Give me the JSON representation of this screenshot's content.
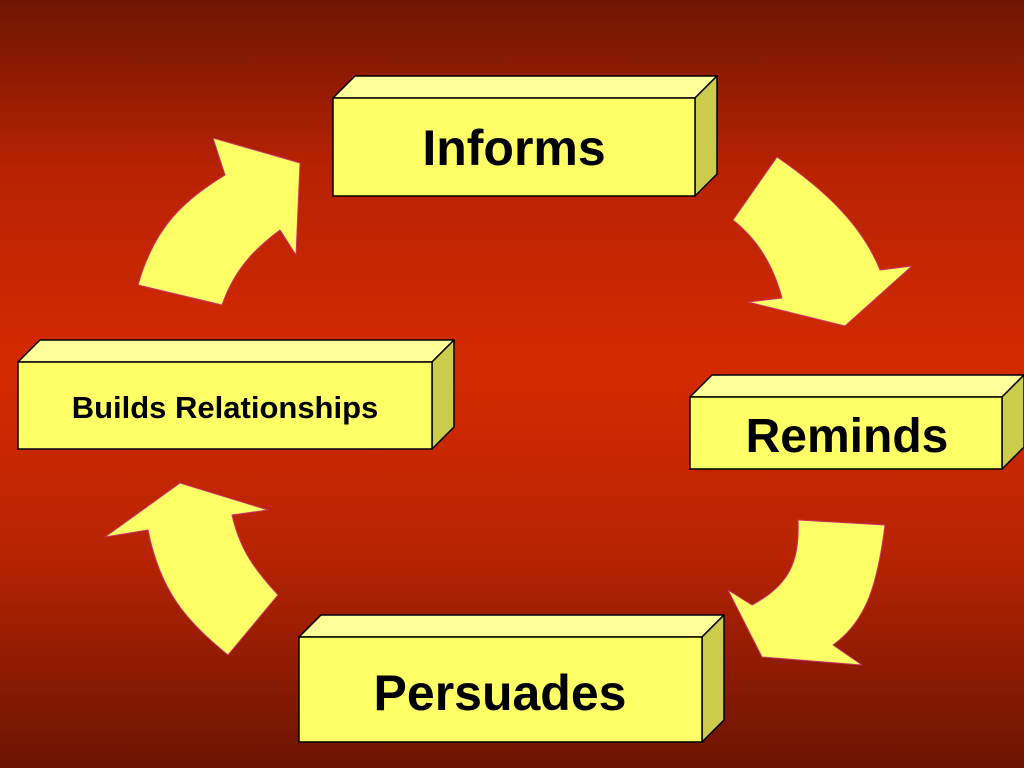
{
  "diagram": {
    "nodes": [
      {
        "id": "informs",
        "label": "Informs"
      },
      {
        "id": "reminds",
        "label": "Reminds"
      },
      {
        "id": "persuades",
        "label": "Persuades"
      },
      {
        "id": "builds",
        "label": "Builds Relationships"
      }
    ],
    "edges": [
      {
        "from": "informs",
        "to": "reminds"
      },
      {
        "from": "reminds",
        "to": "persuades"
      },
      {
        "from": "persuades",
        "to": "builds"
      },
      {
        "from": "builds",
        "to": "informs"
      }
    ],
    "colors": {
      "box_front": "#ffff66",
      "box_top": "#ffff99",
      "box_side": "#cccc4c",
      "box_stroke": "#000000",
      "arrow_fill": "#ffff66",
      "arrow_stroke": "#cc3366",
      "background_center": "#d42a02",
      "background_edge": "#6e1502"
    }
  }
}
